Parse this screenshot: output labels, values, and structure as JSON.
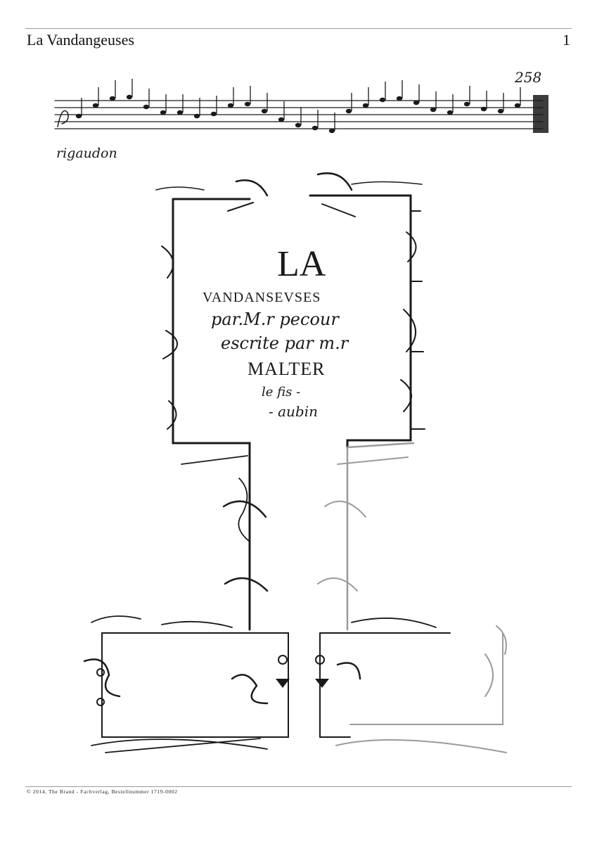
{
  "header": {
    "title": "La Vandangeuses",
    "page_number": "1"
  },
  "manuscript": {
    "folio_number": "258",
    "music_label": "rigaudon",
    "cartouche": {
      "line1": "LA",
      "line2": "VANDANSEVSES",
      "line3": "par.M.r pecour",
      "line4": "escrite par m.r",
      "line5": "MALTER",
      "line6": "le fis -",
      "line7": "- aubin"
    }
  },
  "footer": {
    "text": "© 2014, The Brand - Fachverlag, Bestellnummer 1719-0002"
  }
}
